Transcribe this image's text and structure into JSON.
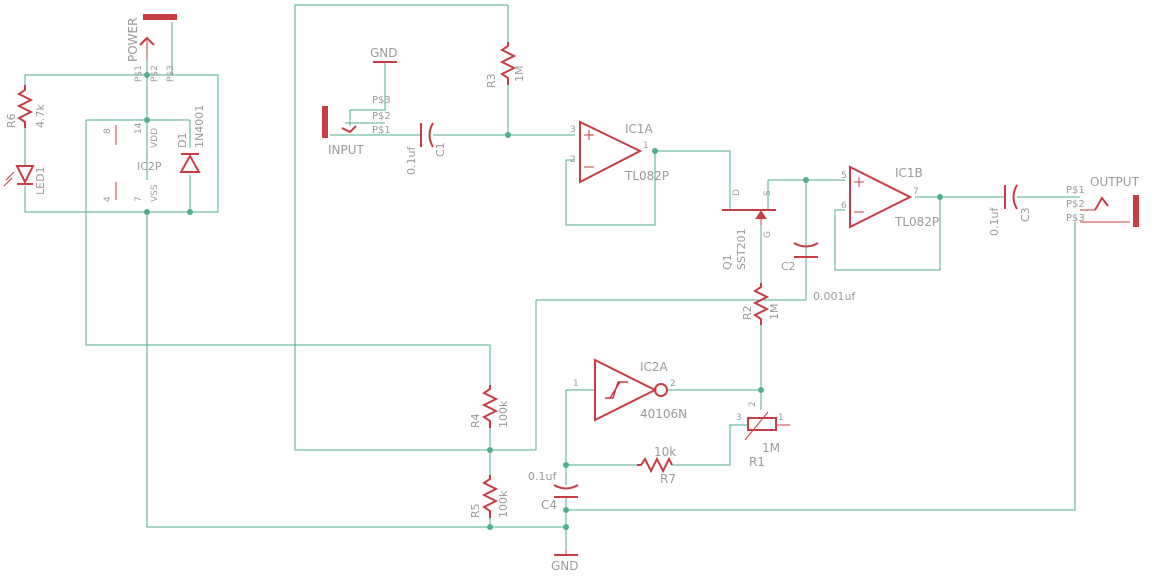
{
  "colors": {
    "wire": "#4fae8e",
    "symbol": "#c83c44",
    "text": "#9a9a9a",
    "background": "#ffffff"
  },
  "power_jack": {
    "name": "POWER",
    "pins": [
      "P$1",
      "P$2",
      "P$3"
    ]
  },
  "input_jack": {
    "name": "INPUT",
    "pins": [
      "P$3",
      "P$2",
      "P$1"
    ]
  },
  "output_jack": {
    "name": "OUTPUT",
    "pins": [
      "P$1",
      "P$2",
      "P$3"
    ]
  },
  "gnd_top": "GND",
  "gnd_bottom": "GND",
  "r6": {
    "name": "R6",
    "value": "4.7k"
  },
  "led1": {
    "name": "LED1"
  },
  "d1": {
    "name": "D1",
    "value": "1N4001"
  },
  "ic2p": {
    "name": "IC2P",
    "pin_top_left": "8",
    "pin_top_right": "14",
    "vdd": "VDD",
    "pin_bottom_left": "4",
    "pin_bottom_right": "7",
    "vss": "VSS"
  },
  "r3": {
    "name": "R3",
    "value": "1M"
  },
  "c1": {
    "name": "C1",
    "value": "0.1uf"
  },
  "ic1a": {
    "name": "IC1A",
    "part": "TL082P",
    "pin_plus": "3",
    "pin_minus": "2",
    "pin_out": "1"
  },
  "q1": {
    "name": "Q1",
    "part": "SST201",
    "d": "D",
    "s": "S",
    "g": "G"
  },
  "c2": {
    "name": "C2",
    "value": "0.001uf"
  },
  "ic1b": {
    "name": "IC1B",
    "part": "TL082P",
    "pin_plus": "5",
    "pin_minus": "6",
    "pin_out": "7"
  },
  "c3": {
    "name": "C3",
    "value": "0.1uf"
  },
  "r2": {
    "name": "R2",
    "value": "1M"
  },
  "ic2a": {
    "name": "IC2A",
    "part": "40106N",
    "pin_in": "1",
    "pin_out": "2"
  },
  "r1": {
    "name": "R1",
    "value": "1M",
    "pin1": "1",
    "pin2": "2",
    "pin3": "3"
  },
  "r7": {
    "name": "R7",
    "value": "10k"
  },
  "r4": {
    "name": "R4",
    "value": "100k"
  },
  "r5": {
    "name": "R5",
    "value": "100k"
  },
  "c4": {
    "name": "C4",
    "value": "0.1uf"
  }
}
